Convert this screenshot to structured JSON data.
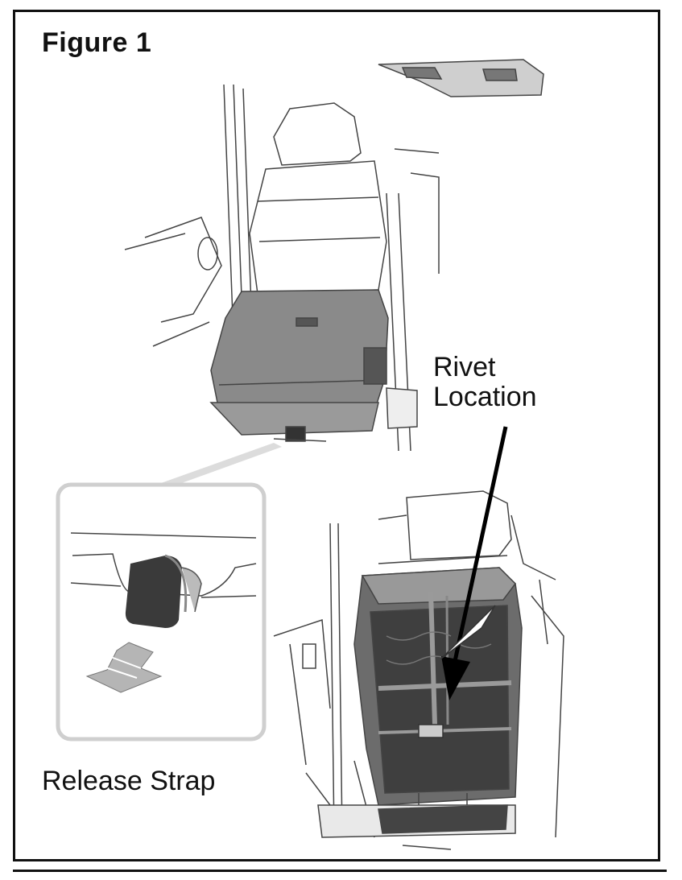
{
  "figure": {
    "title": "Figure 1"
  },
  "labels": {
    "rivet_line1": "Rivet",
    "rivet_line2": "Location",
    "release_strap": "Release Strap"
  },
  "colors": {
    "line": "#333333",
    "seat_fill": "#8a8a8a",
    "seat_dark": "#555555",
    "inset_border": "#cfcfcf",
    "strap_dark": "#3a3a3a"
  }
}
